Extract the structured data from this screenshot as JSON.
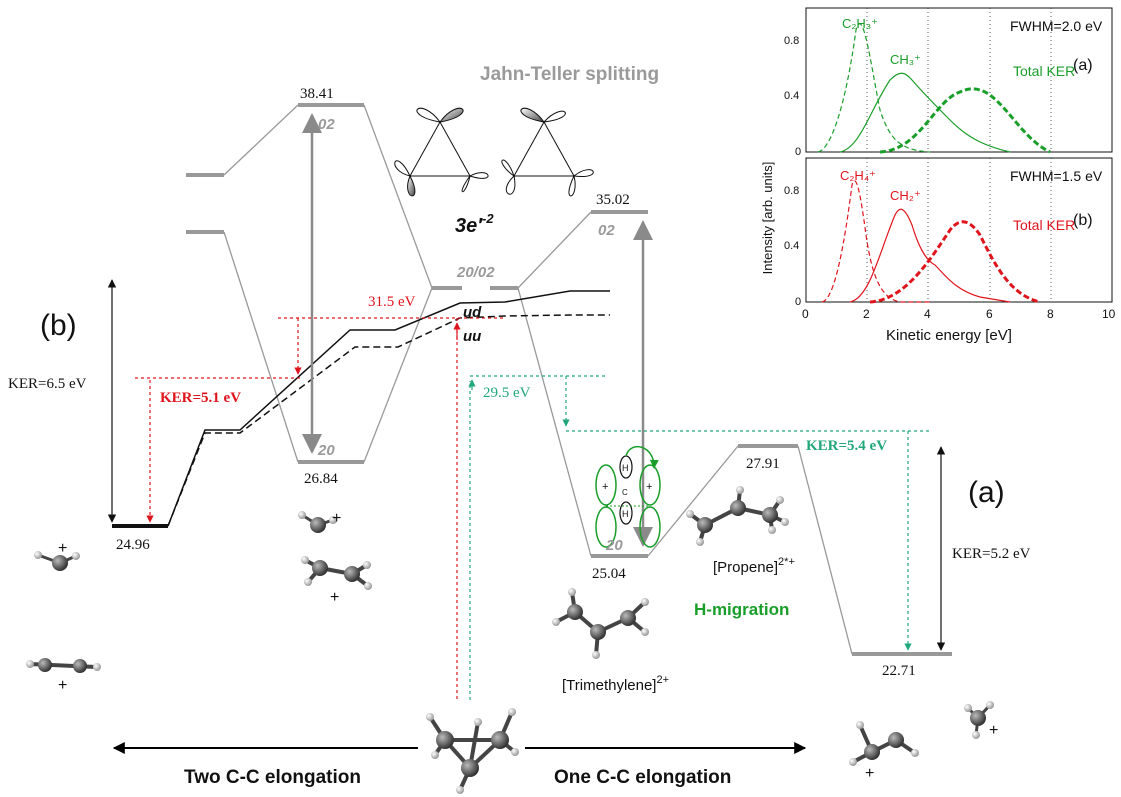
{
  "labels": {
    "panel_b": "(b)",
    "panel_a": "(a)",
    "jahn_teller": "Jahn-Teller splitting",
    "orbital_label": "3e′",
    "orbital_sup": "-2",
    "ker_65": "KER=6.5 eV",
    "ker_51": "KER=5.1 eV",
    "ev_315": "31.5 eV",
    "ev_295": "29.5 eV",
    "ker_54": "KER=5.4 eV",
    "ker_52": "KER=5.2 eV",
    "ud": "ud",
    "uu": "uu",
    "state_02a": "02",
    "state_20a": "20",
    "state_2002": "20/02",
    "state_02b": "02",
    "state_20b": "20",
    "propene": "[Propene]",
    "propene_sup": "2*+",
    "trimethylene": "[Trimethylene]",
    "trimethylene_sup": "2+",
    "h_migration": "H-migration",
    "two_cc": "Two C-C elongation",
    "one_cc": "One C-C elongation",
    "plus": "+"
  },
  "energies": {
    "e_2496": "24.96",
    "e_3841": "38.41",
    "e_2684": "26.84",
    "e_3502": "35.02",
    "e_2504": "25.04",
    "e_2791": "27.91",
    "e_2271": "22.71"
  },
  "inset": {
    "ylabel": "Intensity [arb. units]",
    "xlabel": "Kinetic energy [eV]",
    "top": {
      "fwhm": "FWHM=2.0 eV",
      "tag": "(a)",
      "ion1": "C₂H₃⁺",
      "ion2": "CH₃⁺",
      "total": "Total KER"
    },
    "bottom": {
      "fwhm": "FWHM=1.5 eV",
      "tag": "(b)",
      "ion1": "C₂H₄⁺",
      "ion2": "CH₂⁺",
      "total": "Total KER"
    },
    "xticks": [
      "0",
      "2",
      "4",
      "6",
      "8",
      "10"
    ],
    "yticks": [
      "0",
      "0.4",
      "0.8"
    ]
  },
  "colors": {
    "green": "#1a9e2a",
    "red": "#e0141c",
    "gray": "#999999",
    "dark": "#222222",
    "teal": "#22a77a"
  }
}
